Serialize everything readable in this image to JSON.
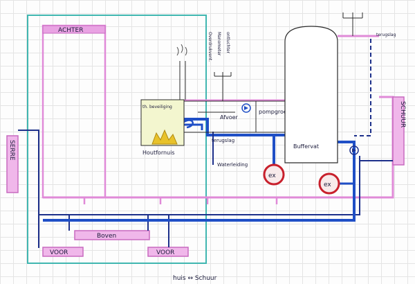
{
  "labels": {
    "achter": "ACHTER",
    "boven": "Boven",
    "voor_left": "VOOR",
    "voor_right": "VOOR",
    "serre": "SERRE",
    "schuur": "SCHUUR",
    "houtfornuis": "Houtfornuis",
    "th_beveiliging": "th. beveiliging",
    "afvoer": "Afvoer",
    "pompgroep": "pompgroep",
    "terugslag_stove": "terugslag",
    "waterleiding": "Waterleiding",
    "buffervat": "Buffervat",
    "terugslag_top": "terugslag",
    "overdrukventiel": "Overdrukvent.",
    "manometer": "Manometer",
    "ontluchter": "ontluchter",
    "ex_left": "ex",
    "ex_right": "ex",
    "legend": "huis ↔ Schuur"
  },
  "colors": {
    "house_outline": "#3fb6b0",
    "pink_pipe": "#e08ad8",
    "blue_pipe": "#1f4fc6",
    "dark_pipe": "#1c2f8a",
    "expansion_vessel": "#c8202c",
    "stove_fill": "#f3f6cf",
    "flame": "#e8c22a"
  }
}
